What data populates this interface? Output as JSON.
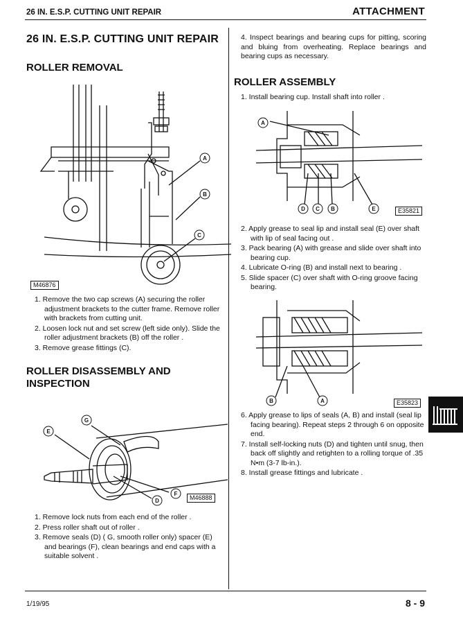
{
  "header": {
    "section_title": "26 IN. E.S.P. CUTTING UNIT REPAIR",
    "chapter": "ATTACHMENT"
  },
  "left": {
    "main_title": "26 IN. E.S.P. CUTTING UNIT REPAIR",
    "roller_removal": {
      "heading": "ROLLER REMOVAL",
      "figure_id": "M46876",
      "callouts": [
        "A",
        "B",
        "C"
      ],
      "steps": [
        "1. Remove the two cap screws (A) securing the roller adjustment brackets to the cutter frame. Remove roller with brackets from cutting unit.",
        "2. Loosen lock nut and set screw (left side only). Slide the roller adjustment brackets (B) off the roller .",
        "3. Remove grease fittings (C)."
      ]
    },
    "roller_disassembly": {
      "heading_line1": "ROLLER DISASSEMBLY AND",
      "heading_line2": "INSPECTION",
      "figure_id": "M46888",
      "callouts": [
        "G",
        "E",
        "F",
        "D"
      ],
      "steps": [
        "1. Remove lock nuts from each end of the roller .",
        "2. Press roller shaft out of roller .",
        "3. Remove seals (D) ( G, smooth roller only) spacer (E) and bearings (F), clean bearings and end caps with a suitable solvent ."
      ]
    }
  },
  "right": {
    "inspect_step": "4. Inspect bearings and bearing cups for pitting, scoring and bluing from overheating. Replace bearings and bearing cups as necessary.",
    "roller_assembly": {
      "heading": "ROLLER ASSEMBLY",
      "step1": "1. Install bearing cup. Install shaft into roller .",
      "figure1_id": "E35821",
      "figure1_callouts": [
        "A",
        "D",
        "C",
        "B",
        "E"
      ],
      "steps_a": [
        "2. Apply grease to seal lip and install seal (E) over shaft with lip of seal facing out .",
        "3. Pack bearing (A) with grease and slide over shaft into bearing cup.",
        "4. Lubricate O-ring (B) and install next to bearing .",
        "5. Slide spacer (C) over shaft with O-ring groove facing bearing."
      ],
      "figure2_id": "E35823",
      "figure2_callouts": [
        "B",
        "A"
      ],
      "steps_b": [
        "6. Apply grease to lips of seals (A, B) and install (seal lip facing bearing). Repeat steps 2 through 6 on opposite end.",
        "7. Install self-locking nuts (D) and tighten until snug, then back off slightly and retighten to a rolling torque of .35 N•m (3-7 lb-in.).",
        "8. Install grease fittings and lubricate ."
      ]
    }
  },
  "side_tab": {
    "icon": "cutting-reel-icon"
  },
  "footer": {
    "date": "1/19/95",
    "page": "8 - 9"
  }
}
